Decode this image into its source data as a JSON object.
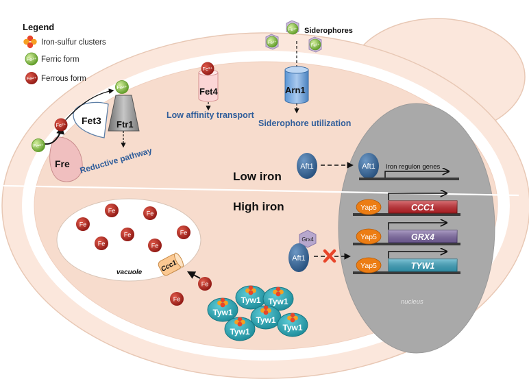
{
  "legend": {
    "title": "Legend",
    "items": [
      {
        "label": "Iron-sulfur clusters",
        "icon": "iron-sulfur-cluster-icon"
      },
      {
        "label": "Ferric form",
        "icon": "ferric-ion-icon",
        "symbol": "Fe³⁺"
      },
      {
        "label": "Ferrous form",
        "icon": "ferrous-ion-icon",
        "symbol": "Fe²⁺"
      }
    ]
  },
  "uptake": {
    "fre": "Fre",
    "fet3": "Fet3",
    "ftr1": "Ftr1",
    "fet4": "Fet4",
    "arn1": "Arn1",
    "siderophores": "Siderophores",
    "reductive_pathway": "Reductive pathway",
    "low_affinity_transport": "Low affinity transport",
    "siderophore_utilization": "Siderophore utilization",
    "ferric_symbol": "Fe³⁺",
    "ferrous_symbol": "Fe²⁺"
  },
  "conditions": {
    "low_iron": "Low iron",
    "high_iron": "High iron"
  },
  "nucleus": {
    "label": "nucleus",
    "aft1": "Aft1",
    "iron_regulon_genes": "Iron regulon genes",
    "yap5": "Yap5",
    "genes": [
      "CCC1",
      "GRX4",
      "TYW1"
    ]
  },
  "cytosol": {
    "grx4": "Grx4",
    "aft1": "Aft1",
    "vacuole": "vacuole",
    "ccc1": "Ccc1",
    "fe": "Fe",
    "tyw1": "Tyw1"
  },
  "colors": {
    "cell_fill": "#fbe7dc",
    "cell_stroke": "#e8c8b5",
    "cytoplasm_fill": "#f7dccd",
    "ring_fill": "#ffffff",
    "nucleus_fill": "#a9a9a9",
    "aft1_fill": "#3a6a9a",
    "yap5_fill": "#ec7d14",
    "ccc1_gene": "#c8242a",
    "grx4_gene": "#7f68a6",
    "tyw1_gene": "#3aa6c2",
    "tyw1_protein": "#2aa8b6",
    "fe_red": "#b3231f",
    "fe_green": "#86c246",
    "block_x": "#e8452a",
    "label_blue": "#2f5d9a"
  }
}
